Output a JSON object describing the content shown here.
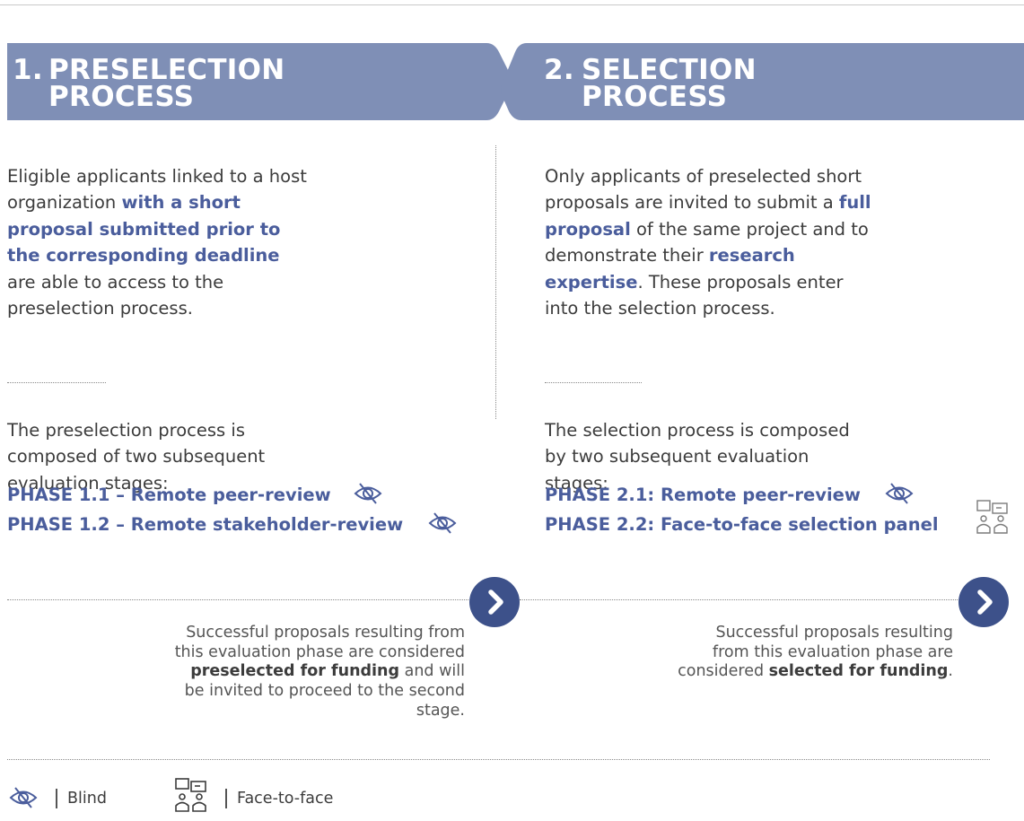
{
  "colors": {
    "banner": "#7f8fb6",
    "accent": "#4a5d9c",
    "arrow": "#3d518a"
  },
  "stage1": {
    "number": "1.",
    "title_line1": "PRESELECTION",
    "title_line2": "PROCESS",
    "intro": {
      "part1": "Eligible applicants linked to a host organization ",
      "highlight": "with a short proposal submitted prior to the corresponding deadline",
      "part2": " are able to access to the preselection process."
    },
    "composition": "The preselection process is composed of two subsequent evaluation stages:",
    "phases": [
      {
        "label": "PHASE 1.1 – Remote peer-review",
        "icon": "eye-slash-icon"
      },
      {
        "label": "PHASE 1.2 – Remote stakeholder-review",
        "icon": "eye-slash-icon"
      }
    ],
    "result": {
      "part1": "Successful proposals resulting from this evaluation phase are considered ",
      "highlight": "preselected for funding",
      "part2": " and will be invited to proceed to the second stage."
    }
  },
  "stage2": {
    "number": "2.",
    "title_line1": "SELECTION",
    "title_line2": "PROCESS",
    "intro": {
      "part1": "Only applicants of preselected short proposals are invited to submit a ",
      "highlight1": "full proposal",
      "part2": " of the same project and to demonstrate their ",
      "highlight2": "research expertise",
      "part3": ". These proposals enter into the selection process."
    },
    "composition": "The selection process is composed by two subsequent evaluation stages:",
    "phases": [
      {
        "label": "PHASE 2.1: Remote peer-review",
        "icon": "eye-slash-icon"
      },
      {
        "label": "PHASE 2.2: Face-to-face selection panel",
        "icon": "face-to-face-icon"
      }
    ],
    "result": {
      "part1": "Successful proposals resulting from this evaluation phase are considered ",
      "highlight": "selected for funding",
      "part2": "."
    }
  },
  "legend": {
    "blind": {
      "icon": "eye-slash-icon",
      "label": "Blind"
    },
    "face": {
      "icon": "face-to-face-icon",
      "label": "Face-to-face"
    }
  }
}
